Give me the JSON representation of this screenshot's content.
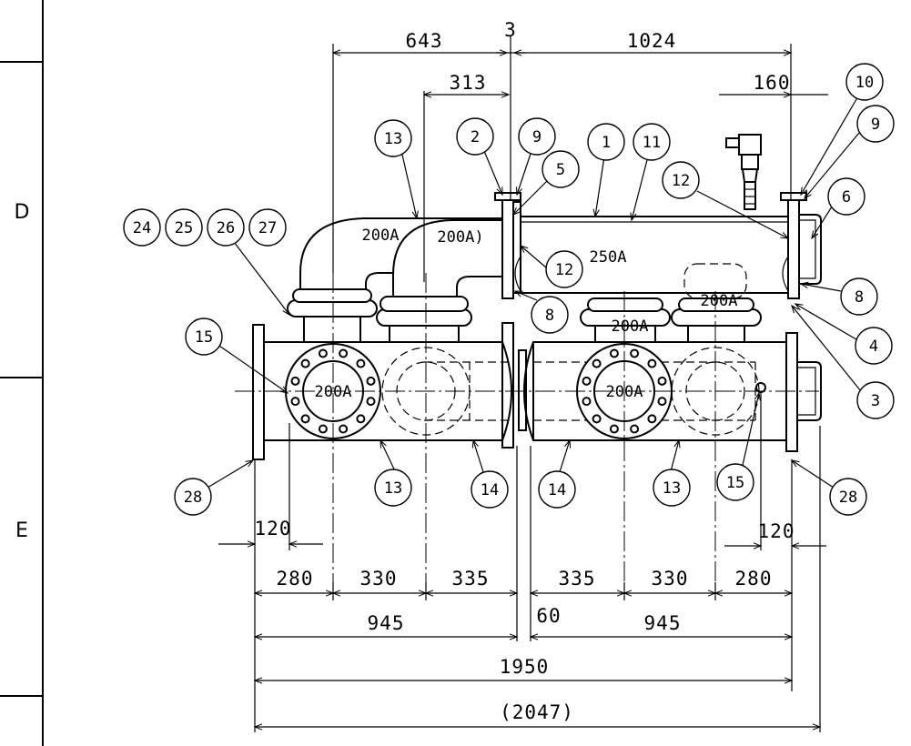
{
  "zones": [
    "D",
    "E"
  ],
  "dimensions": {
    "d643": "643",
    "d3": "3",
    "d1024": "1024",
    "d313": "313",
    "d160": "160",
    "d120_left": "120",
    "d120_right": "120",
    "d280_left": "280",
    "d330_left": "330",
    "d335_left": "335",
    "d335_right": "335",
    "d330_right": "330",
    "d280_right": "280",
    "d945_left": "945",
    "d60": "60",
    "d945_right": "945",
    "d1950": "1950",
    "d2047": "(2047)"
  },
  "pipe_labels": {
    "elbow_left": "200A",
    "elbow_right": "200A)",
    "header": "250A",
    "nozzle_top": "200A",
    "nozzle_mid": "200A",
    "flange_left": "200A",
    "flange_right": "200A"
  },
  "balloons": {
    "b13_top": "13",
    "b2": "2",
    "b9_top": "9",
    "b5": "5",
    "b1": "1",
    "b11": "11",
    "b10": "10",
    "b9_right": "9",
    "b12_right": "12",
    "b6": "6",
    "b24": "24",
    "b25": "25",
    "b26": "26",
    "b27": "27",
    "b12_mid": "12",
    "b8_mid": "8",
    "b8_right": "8",
    "b4": "4",
    "b3": "3",
    "b15_left": "15",
    "b15_right": "15",
    "b28_left": "28",
    "b28_right": "28",
    "b13_left": "13",
    "b14_left": "14",
    "b14_right": "14",
    "b13_right": "13"
  }
}
